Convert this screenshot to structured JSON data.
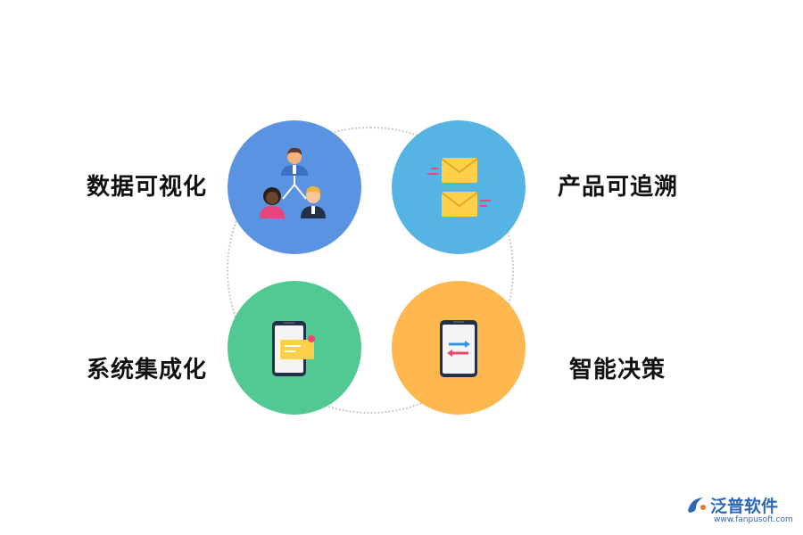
{
  "labels": {
    "top_left": "数据可视化",
    "top_right": "产品可追溯",
    "bottom_left": "系统集成化",
    "bottom_right": "智能决策"
  },
  "icons": {
    "top_left": "people-network-icon",
    "top_right": "mail-envelopes-icon",
    "bottom_left": "phone-message-icon",
    "bottom_right": "phone-transfer-icon"
  },
  "colors": {
    "top_left": "#5b93e3",
    "top_right": "#55b4e3",
    "bottom_left": "#52c993",
    "bottom_right": "#ffb850",
    "ring": "#c9c9c9"
  },
  "logo": {
    "name": "泛普软件",
    "url": "www.fanpusoft.com"
  }
}
